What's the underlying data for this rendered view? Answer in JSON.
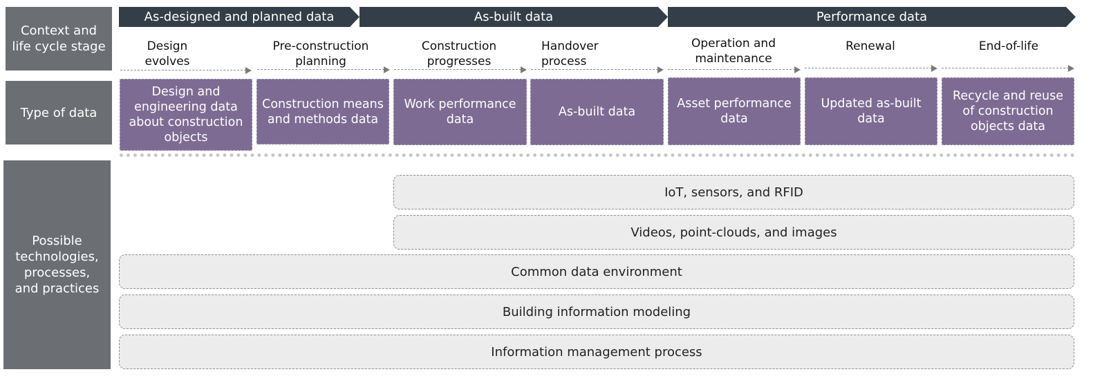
{
  "row_labels": {
    "context": "Context and\nlife cycle stage",
    "type_of_data": "Type of data",
    "technologies": "Possible\ntechnologies,\nprocesses,\nand practices"
  },
  "phases": [
    {
      "label": "As-designed and planned data"
    },
    {
      "label": "As-built data"
    },
    {
      "label": "Performance data"
    }
  ],
  "stages": [
    {
      "label": "Design\nevolves"
    },
    {
      "label": "Pre-construction\nplanning"
    },
    {
      "label": "Construction\nprogresses"
    },
    {
      "label": "Handover\nprocess"
    },
    {
      "label": "Operation and\nmaintenance"
    },
    {
      "label": "Renewal"
    },
    {
      "label": "End-of-life"
    }
  ],
  "data_types": [
    {
      "label": "Design and engineering data about construction objects"
    },
    {
      "label": "Construction means and methods data"
    },
    {
      "label": "Work performance data"
    },
    {
      "label": "As-built data"
    },
    {
      "label": "Asset performance data"
    },
    {
      "label": "Updated as-built data"
    },
    {
      "label": "Recycle and reuse of construction objects data"
    }
  ],
  "technologies": [
    {
      "label": "IoT, sensors, and RFID"
    },
    {
      "label": "Videos, point-clouds, and images"
    },
    {
      "label": "Common data environment"
    },
    {
      "label": "Building information modeling"
    },
    {
      "label": "Information management process"
    }
  ],
  "colors": {
    "side_label": "#6b6f73",
    "phase_banner": "#343e48",
    "data_box": "#7e6b93",
    "tech_bar": "#ececec"
  }
}
